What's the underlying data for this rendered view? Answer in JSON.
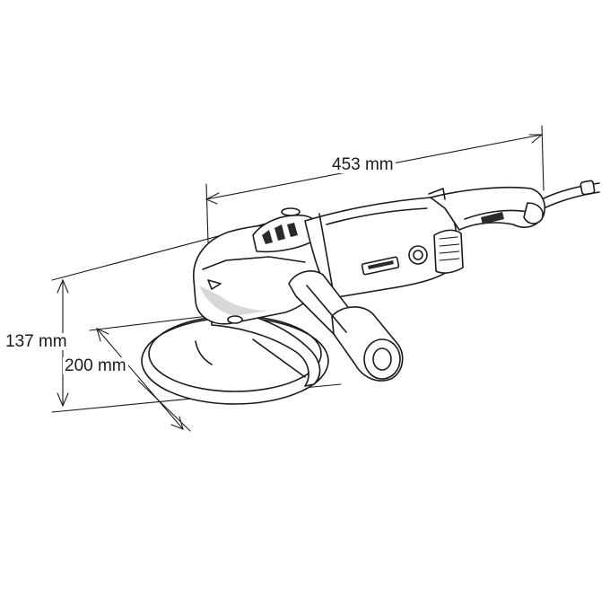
{
  "dimensions": {
    "length": "453 mm",
    "height": "137 mm",
    "disc_diameter": "200 mm"
  }
}
